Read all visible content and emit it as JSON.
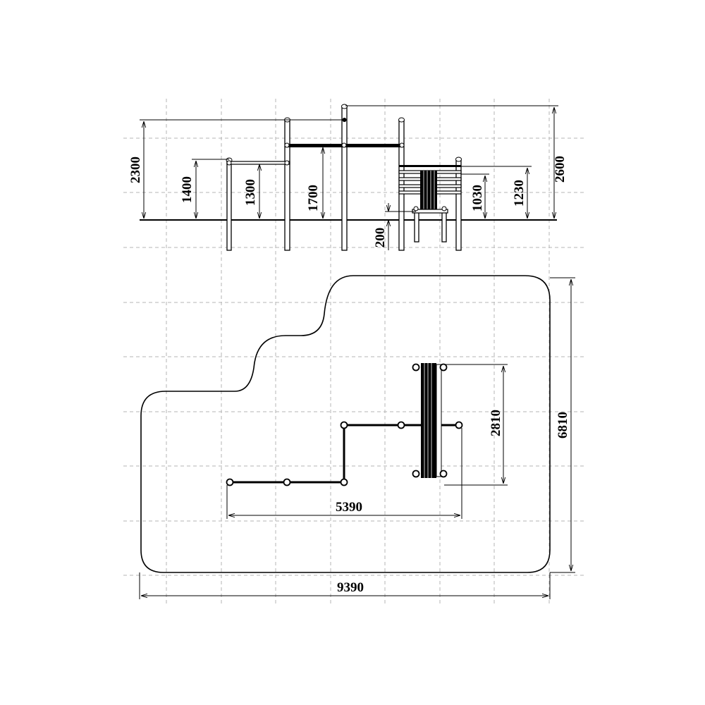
{
  "diagram": {
    "elevation_dimensions": {
      "overall_left": "2300",
      "bar_left_top": "1400",
      "bar_left": "1300",
      "bar_middle": "1700",
      "ground_step": "200",
      "ladder_low": "1030",
      "ladder_high": "1230",
      "overall_right": "2600"
    },
    "plan_dimensions": {
      "equipment_length": "5390",
      "ladder_span": "2810",
      "area_depth": "6810",
      "area_width": "9390"
    }
  },
  "colors": {
    "line": "#000000",
    "grid": "#b5b5b5",
    "background": "#ffffff"
  }
}
